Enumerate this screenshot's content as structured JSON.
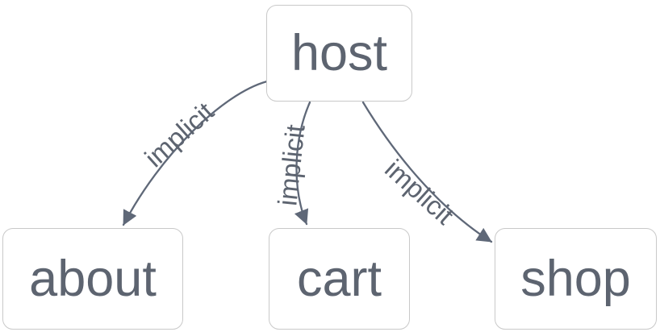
{
  "diagram": {
    "type": "flowchart",
    "nodes": [
      {
        "id": "host",
        "label": "host"
      },
      {
        "id": "about",
        "label": "about"
      },
      {
        "id": "cart",
        "label": "cart"
      },
      {
        "id": "shop",
        "label": "shop"
      }
    ],
    "edges": [
      {
        "from": "host",
        "to": "about",
        "label": "implicit"
      },
      {
        "from": "host",
        "to": "cart",
        "label": "implicit"
      },
      {
        "from": "host",
        "to": "shop",
        "label": "implicit"
      }
    ],
    "colors": {
      "background": "#ffffff",
      "node_fill": "#ffffff",
      "node_border": "#c9c9c9",
      "node_text": "#5d6470",
      "edge_stroke": "#5f6878",
      "edge_label_text": "#5d6470"
    }
  }
}
